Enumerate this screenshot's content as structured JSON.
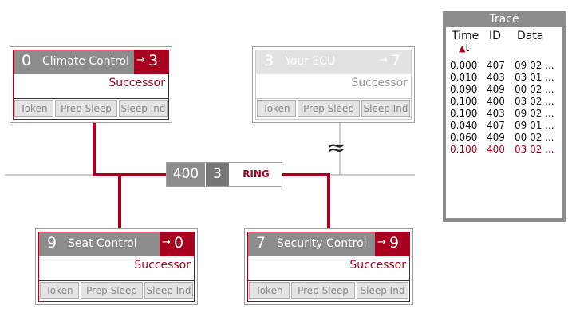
{
  "nodes": [
    {
      "key": "climate",
      "id": "0",
      "name": "Climate Control",
      "succ_arrow": "→",
      "successor": "3",
      "succ_label": "Successor",
      "buttons": [
        "Token",
        "Prep Sleep",
        "Sleep Ind"
      ],
      "active": true
    },
    {
      "key": "your",
      "id": "3",
      "name": "Your ECU",
      "succ_arrow": "→",
      "successor": "7",
      "succ_label": "Successor",
      "buttons": [
        "Token",
        "Prep Sleep",
        "Sleep Ind"
      ],
      "active": false
    },
    {
      "key": "seat",
      "id": "9",
      "name": "Seat Control",
      "succ_arrow": "→",
      "successor": "0",
      "succ_label": "Successor",
      "buttons": [
        "Token",
        "Prep Sleep",
        "Sleep Ind"
      ],
      "active": true
    },
    {
      "key": "security",
      "id": "7",
      "name": "Security Control",
      "succ_arrow": "→",
      "successor": "9",
      "succ_label": "Successor",
      "buttons": [
        "Token",
        "Prep Sleep",
        "Sleep Ind"
      ],
      "active": true
    }
  ],
  "bus_message": {
    "id": "400",
    "successor": "3",
    "type": "RING"
  },
  "approx_symbol": "≈",
  "trace": {
    "title": "Trace",
    "columns": {
      "time": "Time",
      "id": "ID",
      "data": "Data"
    },
    "sort_marker": "▲",
    "sort_label": "t",
    "rows": [
      {
        "time": "0.000",
        "id": "407",
        "data": "09 02 ..."
      },
      {
        "time": "0.010",
        "id": "403",
        "data": "03 01 ..."
      },
      {
        "time": "0.090",
        "id": "409",
        "data": "00 02 ..."
      },
      {
        "time": "0.100",
        "id": "400",
        "data": "03 02 ..."
      },
      {
        "time": "0.100",
        "id": "403",
        "data": "09 02 ..."
      },
      {
        "time": "0.040",
        "id": "407",
        "data": "09 01 ..."
      },
      {
        "time": "0.060",
        "id": "409",
        "data": "00 02 ..."
      },
      {
        "time": "0.100",
        "id": "400",
        "data": "03 02 ...",
        "highlight": true
      }
    ]
  },
  "colors": {
    "accent": "#a8001f",
    "header_gray": "#8c8c8c",
    "inactive": "#e2e2e2"
  }
}
